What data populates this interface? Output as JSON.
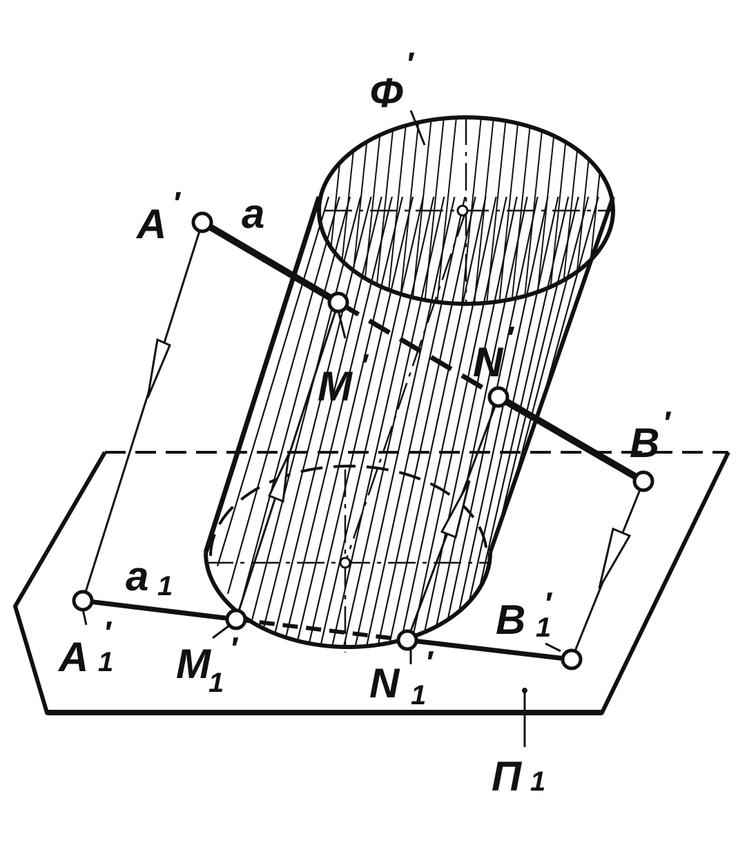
{
  "diagram": {
    "colors": {
      "ink": "#111111",
      "paper": "#ffffff"
    },
    "labels": {
      "phi": "Φ",
      "a": "a",
      "a1": "a",
      "a1_sub": "1",
      "A": "A",
      "B": "B",
      "M": "M",
      "N": "N",
      "A1": "A",
      "A1_sub": "1",
      "B1": "B",
      "B1_sub": "1",
      "M1": "M",
      "M1_sub": "1",
      "N1": "N",
      "N1_sub": "1",
      "P1": "П",
      "P1_sub": "1",
      "prime": "′"
    }
  }
}
